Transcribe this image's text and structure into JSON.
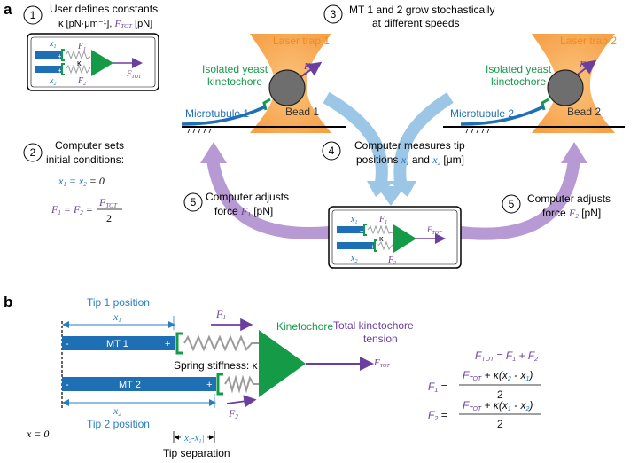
{
  "panel_a": {
    "label": "a",
    "step1": {
      "num": "1",
      "line1": "User defines constants",
      "kappa": "κ [pN·μm⁻¹]",
      "sep": ",",
      "ftot": "F",
      "ftot_sub": "TOT",
      "unit": "[pN]"
    },
    "step2": {
      "num": "2",
      "line1": "Computer sets",
      "line2": "initial conditions:",
      "eq1_lhs": "x",
      "eq1_s1": "1",
      "eq1_mid": " = x",
      "eq1_s2": "2",
      "eq1_rhs": " = 0",
      "eq2_lhs": "F",
      "eq2_s1": "1",
      "eq2_mid": " = F",
      "eq2_s2": "2",
      "eq2_eq": " =",
      "eq2_num": "F",
      "eq2_num_sub": "TOT",
      "eq2_den": "2"
    },
    "step3": {
      "num": "3",
      "line1": "MT 1 and 2 grow stochastically",
      "line2": "at different speeds"
    },
    "step4": {
      "num": "4",
      "line1": "Computer measures tip",
      "line2a": "positions ",
      "x1": "x",
      "x1s": "1",
      "and": " and ",
      "x2": "x",
      "x2s": "2",
      "unit": " [μm]"
    },
    "step5_left": {
      "num": "5",
      "line1": "Computer adjusts",
      "line2a": "force ",
      "f": "F",
      "fs": "1",
      "unit": " [pN]"
    },
    "step5_right": {
      "num": "5",
      "line1": "Computer adjusts",
      "line2a": "force ",
      "f": "F",
      "fs": "2",
      "unit": " [pN]"
    },
    "trap1": {
      "laser": "Laser trap 1",
      "bead": "Bead 1",
      "kt1": "Isolated yeast",
      "kt2": "kinetochore",
      "mt": "Microtubule 1",
      "f": "F",
      "fs": "1"
    },
    "trap2": {
      "laser": "Laser trap 2",
      "bead": "Bead 2",
      "kt1": "Isolated yeast",
      "kt2": "kinetochore",
      "mt": "Microtubule 2",
      "f": "F",
      "fs": "2"
    },
    "box": {
      "x": "x",
      "s1": "1",
      "s2": "2",
      "f": "F",
      "kappa": "κ",
      "ftot": "F",
      "ftot_sub": "TOT",
      "plus": "+"
    }
  },
  "panel_b": {
    "label": "b",
    "tip1": "Tip 1 position",
    "tip2": "Tip 2 position",
    "x1": "x",
    "x1s": "1",
    "x2": "x",
    "x2s": "2",
    "mt1": "MT 1",
    "mt2": "MT 2",
    "minus": "-",
    "plus": "+",
    "f1": "F",
    "f1s": "1",
    "f2": "F",
    "f2s": "2",
    "kinetochore": "Kinetochore",
    "spring": "Spring stiffness: κ",
    "total1": "Total kinetochore",
    "total2": "tension",
    "ftot": "F",
    "ftot_sub": "TOT",
    "x0": "x = 0",
    "sep_abs": "|x",
    "sep_label": "Tip separation",
    "eqA": "F",
    "eqA_s": "TOT",
    "eqA_rhs": " = F",
    "eqA_s1": "1",
    "eqA_plus": " + F",
    "eqA_s2": "2",
    "eqB_lhs": "F",
    "eqB_s": "1",
    "eqB_eq": " =",
    "eqB_num": "F",
    "eqB_num_s": "TOT",
    "eqB_num_rest": " + κ(x",
    "eqB_a": "2",
    "eqB_m": " - x",
    "eqB_b": "1",
    "eqB_c": ")",
    "eqB_den": "2",
    "eqC_lhs": "F",
    "eqC_s": "2",
    "eqC_eq": " =",
    "eqC_num": "F",
    "eqC_num_s": "TOT",
    "eqC_num_rest": " + κ(x",
    "eqC_a": "1",
    "eqC_m": " - x",
    "eqC_b": "2",
    "eqC_c": ")",
    "eqC_den": "2"
  },
  "colors": {
    "blue": "#1f6fb5",
    "green": "#159a48",
    "purple": "#6b3fa0",
    "orange": "#f7a64a",
    "lightblue": "#9cc6e6",
    "lilac": "#b79ad3",
    "spring": "#9a9a9a"
  }
}
